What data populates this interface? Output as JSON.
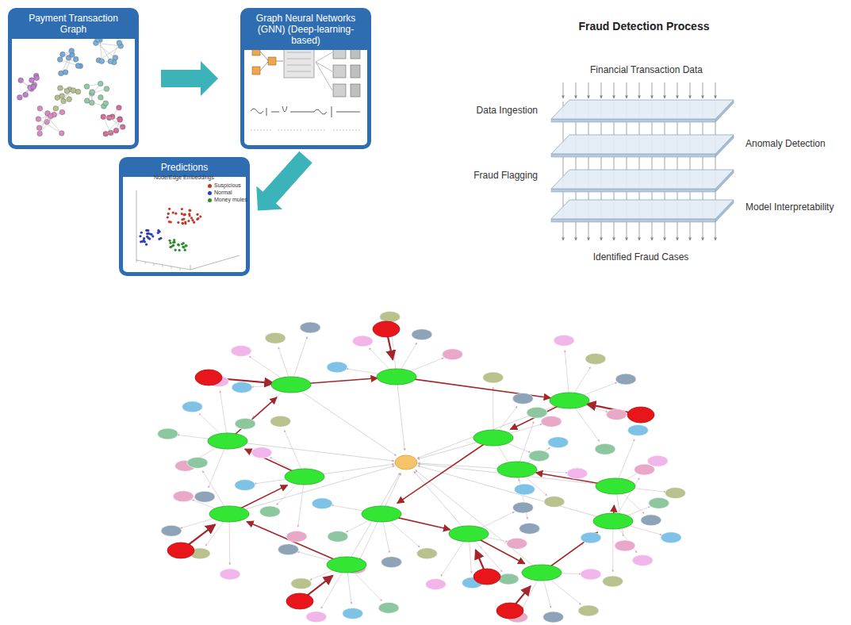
{
  "diagram": {
    "title": "Fraud Detection Process",
    "nodes": [
      {
        "text": [
          "Payment Transaction Graph"
        ]
      },
      {
        "text": [
          "Graph Neural Networks (GNN) (Deep-learning-based)"
        ]
      },
      {
        "text": [
          "Predictions"
        ]
      }
    ],
    "edges": [
      {
        "from": 0,
        "to": 1,
        "arrow": "to"
      },
      {
        "from": 1,
        "to": 2,
        "arrow": "to"
      }
    ],
    "labels": [
      "Node/Edge Embeddings",
      "Financial Transaction Data",
      "Data Ingestion",
      "Anomaly Detection",
      "Fraud Flagging",
      "Model Interpretability",
      "Identified Fraud Cases"
    ],
    "legend": [
      {
        "text": "Suspicious",
        "color": "#c0392b"
      },
      {
        "text": "Normal",
        "color": "#2e3fb8"
      },
      {
        "text": "Money mules",
        "color": "#2e8b2e"
      }
    ]
  }
}
